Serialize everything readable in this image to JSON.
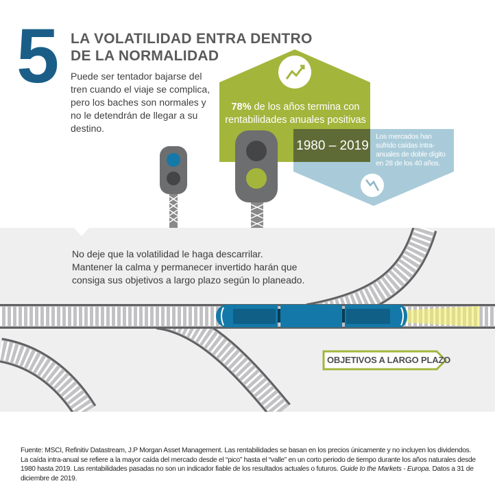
{
  "section_number": "5",
  "title_lines": [
    "LA VOLATILIDAD ENTRA DENTRO",
    "DE LA NORMALIDAD"
  ],
  "intro": "Puede ser tentador bajarse del tren cuando el viaje se complica, pero los baches son normales y no le detendrán de llegar a su destino.",
  "positive_stat": {
    "value": "78%",
    "text": " de los años termina con rentabilidades anuales positivas",
    "icon": "trend-up-icon"
  },
  "period": "1980 – 2019",
  "drawdown_note": {
    "text": "Los mercados han sufrido caídas intra-anuales de doble dígito en 28 de los 40 años.",
    "icon": "trend-down-icon"
  },
  "band_text": [
    "No deje que la volatilidad le haga descarrilar.",
    "Mantener la calma y permanecer invertido harán que",
    "consiga sus objetivos a largo plazo según lo planeado."
  ],
  "goal_sign": "OBJETIVOS A LARGO PLAZO",
  "footer": {
    "text": "Fuente: MSCI, Refinitiv Datastream, J.P Morgan Asset Management. Las rentabilidades se basan en los precios únicamente y no incluyen los dividendos. La caída intra-anual se refiere a la mayor caída del mercado desde el “pico” hasta el “valle” en un corto periodo de tiempo durante los años naturales desde 1980 hasta 2019. Las rentabilidades pasadas no son un indicador fiable de los resultados actuales o futuros. ",
    "italic": "Guide to the Markets - Europa",
    "end": ". Datos a 31 de diciembre de 2019."
  },
  "colors": {
    "navy": "#1a5e88",
    "green": "#a4b53c",
    "blue_light": "#a9cbd9",
    "train": "#1479a8",
    "band": "#efeff0"
  }
}
